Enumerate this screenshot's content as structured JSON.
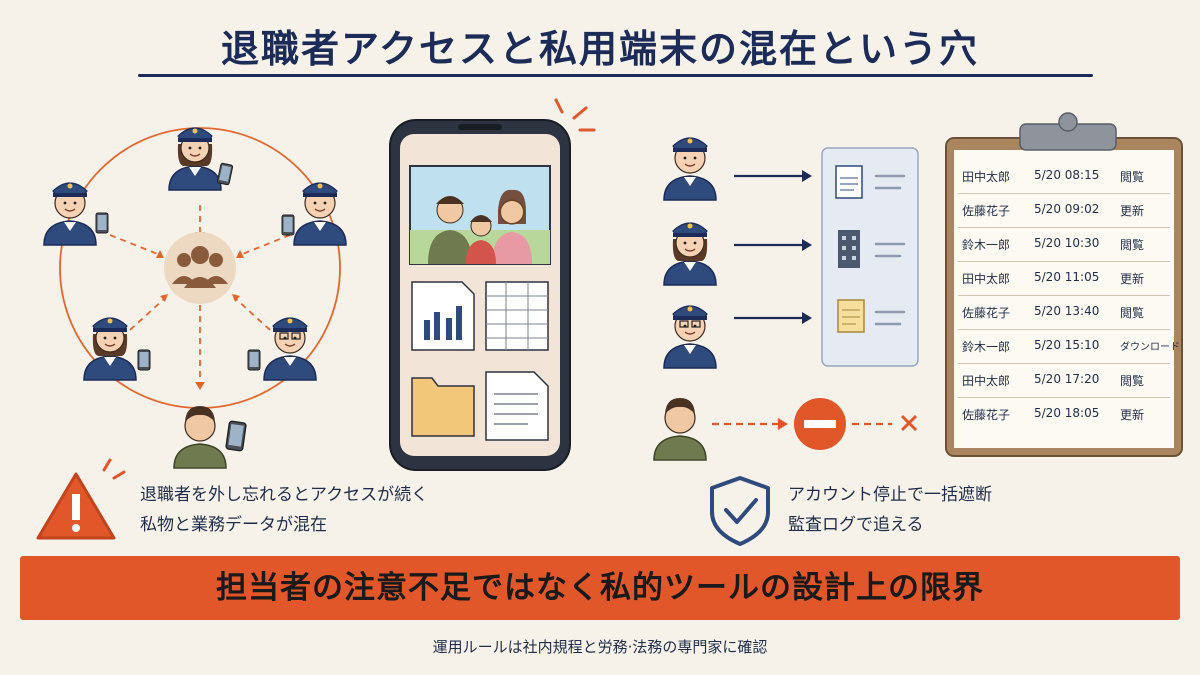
{
  "title": "退職者アクセスと私用端末の混在という穴",
  "warnings": {
    "left": [
      "退職者を外し忘れるとアクセスが続く",
      "私物と業務データが混在"
    ],
    "right": [
      "アカウント停止で一括遮断",
      "監査ログで追える"
    ]
  },
  "banner": "担当者の注意不足ではなく私的ツールの設計上の限界",
  "footnote": "運用ルールは社内規程と労務·法務の専門家に確認",
  "audit_log": [
    {
      "name": "田中太郎",
      "time": "5/20 08:15",
      "action": "閲覧"
    },
    {
      "name": "佐藤花子",
      "time": "5/20 09:02",
      "action": "更新"
    },
    {
      "name": "鈴木一郎",
      "time": "5/20 10:30",
      "action": "閲覧"
    },
    {
      "name": "田中太郎",
      "time": "5/20 11:05",
      "action": "更新"
    },
    {
      "name": "佐藤花子",
      "time": "5/20 13:40",
      "action": "閲覧"
    },
    {
      "name": "鈴木一郎",
      "time": "5/20 15:10",
      "action": "ダウンロード"
    },
    {
      "name": "田中太郎",
      "time": "5/20 17:20",
      "action": "閲覧"
    },
    {
      "name": "佐藤花子",
      "time": "5/20 18:05",
      "action": "更新"
    }
  ],
  "colors": {
    "navy": "#1c2b57",
    "orange": "#e2572a",
    "uniform": "#2f4a7c",
    "panel": "#e6ebf3"
  }
}
